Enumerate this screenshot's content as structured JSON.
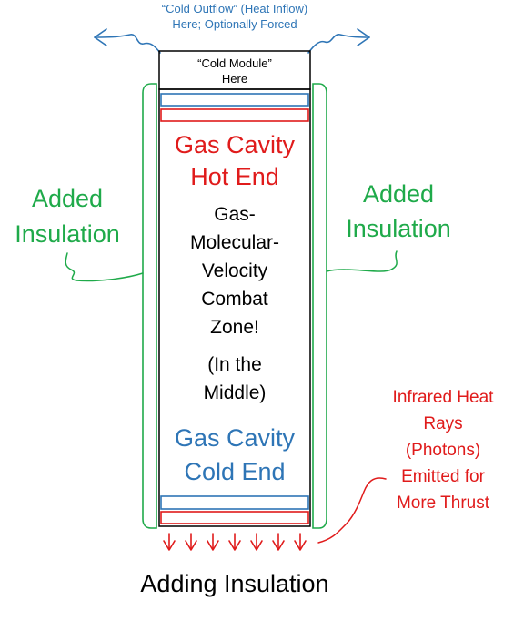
{
  "top_label": {
    "line1": "“Cold Outflow” (Heat Inflow)",
    "line2": "Here; Optionally Forced"
  },
  "cold_module": {
    "line1": "“Cold Module”",
    "line2": "Here"
  },
  "hot_end": {
    "line1": "Gas Cavity",
    "line2": "Hot End"
  },
  "combat_zone": {
    "line1": "Gas-",
    "line2": "Molecular-",
    "line3": "Velocity",
    "line4": "Combat",
    "line5": "Zone!"
  },
  "middle_note": {
    "line1": "(In the",
    "line2": "Middle)"
  },
  "cold_end": {
    "line1": "Gas Cavity",
    "line2": "Cold End"
  },
  "insulation_left": {
    "line1": "Added",
    "line2": "Insulation"
  },
  "insulation_right": {
    "line1": "Added",
    "line2": "Insulation"
  },
  "infrared_note": {
    "line1": "Infrared Heat",
    "line2": "Rays",
    "line3": "(Photons)",
    "line4": "Emitted for",
    "line5": "More Thrust"
  },
  "caption": "Adding Insulation",
  "colors": {
    "red": "#e01b1b",
    "blue": "#2e75b6",
    "green": "#1faa4a",
    "black": "#000000"
  }
}
